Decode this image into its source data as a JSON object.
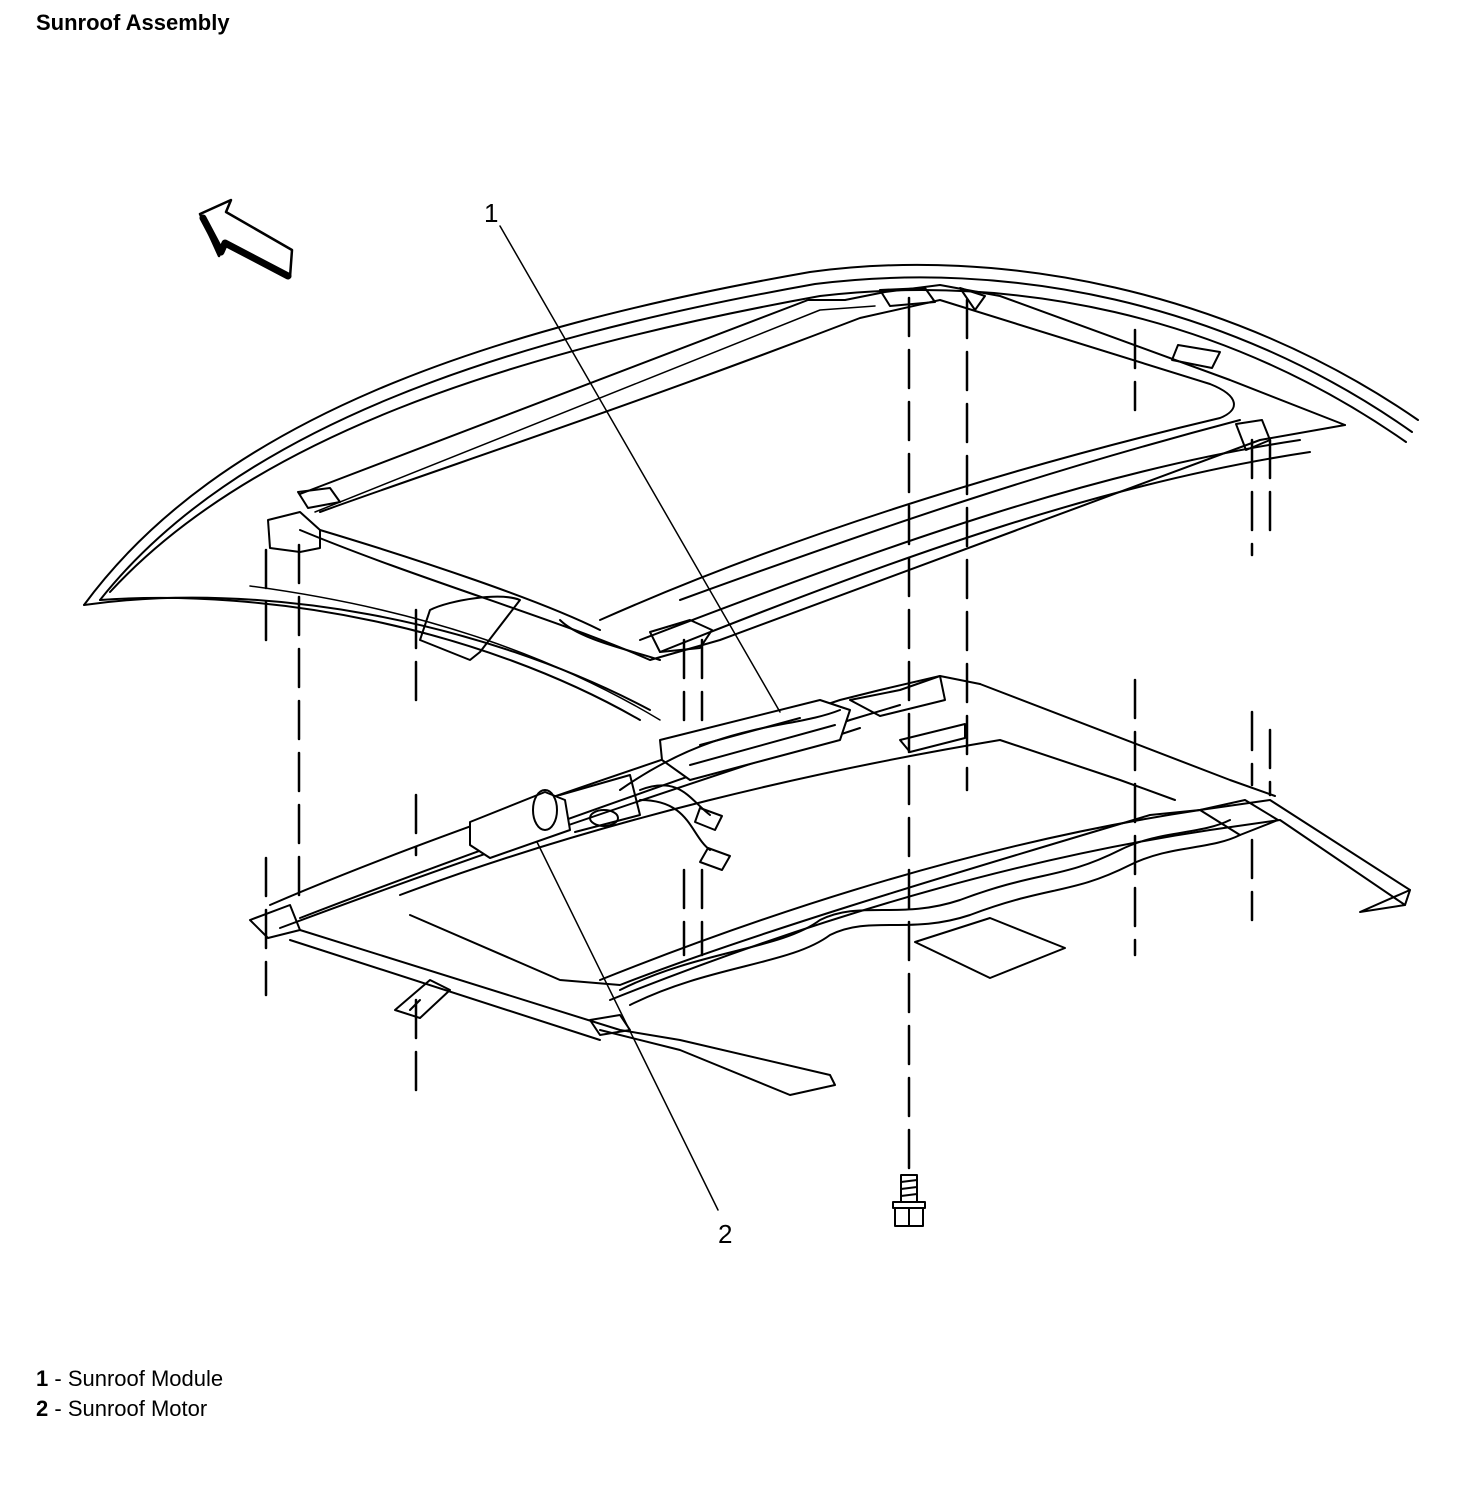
{
  "title": "Sunroof Assembly",
  "callouts": [
    {
      "id": "1",
      "label": "1"
    },
    {
      "id": "2",
      "label": "2"
    }
  ],
  "legend": [
    {
      "num": "1",
      "sep": " - ",
      "text": "Sunroof Module"
    },
    {
      "num": "2",
      "sep": " - ",
      "text": "Sunroof Motor"
    }
  ]
}
